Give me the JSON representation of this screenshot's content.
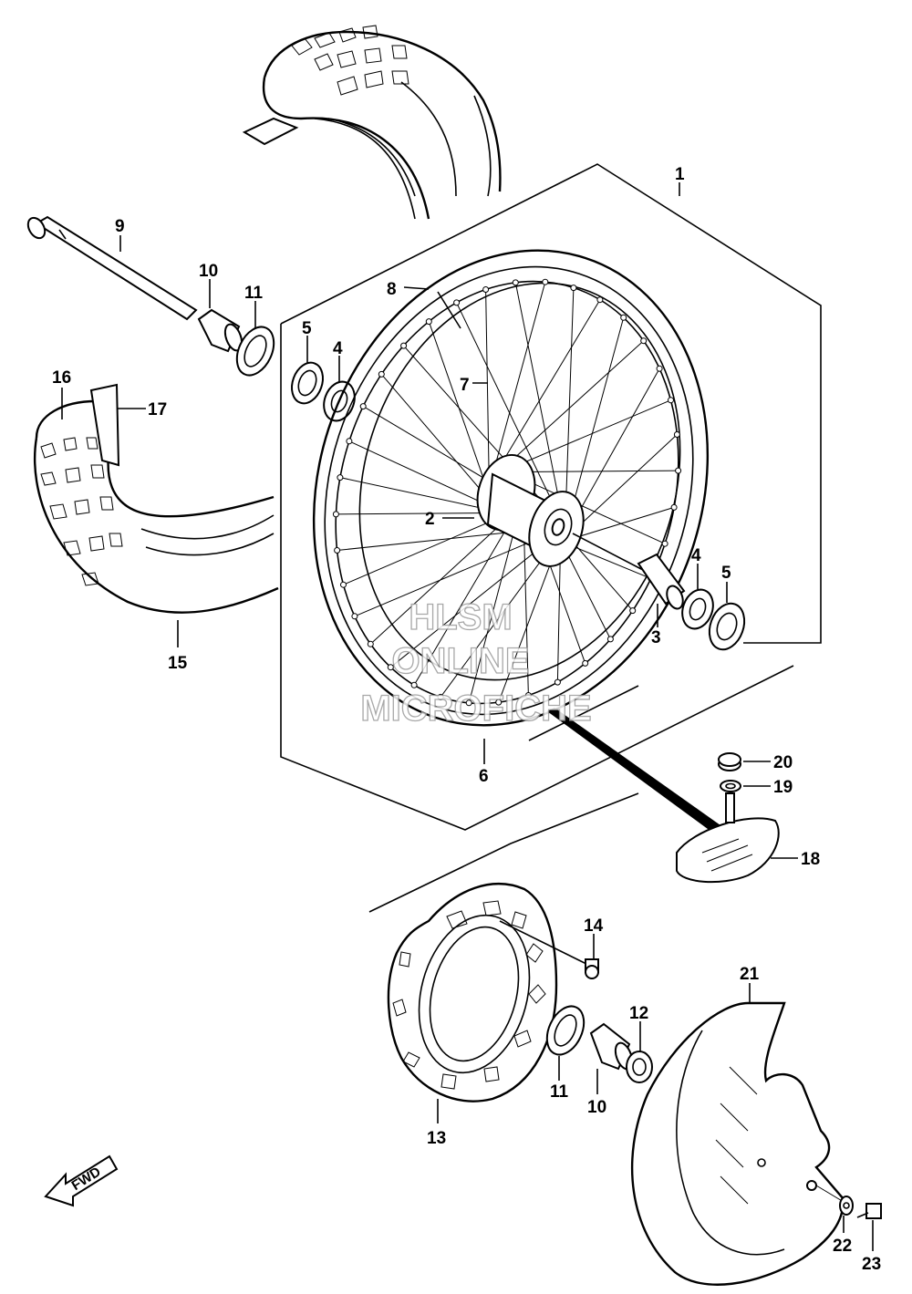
{
  "watermark": {
    "line1": "HLSM",
    "line2": "ONLINE",
    "line3": "MICROFICHE"
  },
  "fwd_label": "FWD",
  "callouts": [
    {
      "id": "1",
      "text": "1"
    },
    {
      "id": "2",
      "text": "2"
    },
    {
      "id": "3",
      "text": "3"
    },
    {
      "id": "4a",
      "text": "4"
    },
    {
      "id": "4b",
      "text": "4"
    },
    {
      "id": "5a",
      "text": "5"
    },
    {
      "id": "5b",
      "text": "5"
    },
    {
      "id": "6",
      "text": "6"
    },
    {
      "id": "7",
      "text": "7"
    },
    {
      "id": "8",
      "text": "8"
    },
    {
      "id": "9",
      "text": "9"
    },
    {
      "id": "10a",
      "text": "10"
    },
    {
      "id": "10b",
      "text": "10"
    },
    {
      "id": "11a",
      "text": "11"
    },
    {
      "id": "11b",
      "text": "11"
    },
    {
      "id": "12",
      "text": "12"
    },
    {
      "id": "13",
      "text": "13"
    },
    {
      "id": "14",
      "text": "14"
    },
    {
      "id": "15",
      "text": "15"
    },
    {
      "id": "16",
      "text": "16"
    },
    {
      "id": "17",
      "text": "17"
    },
    {
      "id": "18",
      "text": "18"
    },
    {
      "id": "19",
      "text": "19"
    },
    {
      "id": "20",
      "text": "20"
    },
    {
      "id": "21",
      "text": "21"
    },
    {
      "id": "22",
      "text": "22"
    },
    {
      "id": "23",
      "text": "23"
    }
  ]
}
